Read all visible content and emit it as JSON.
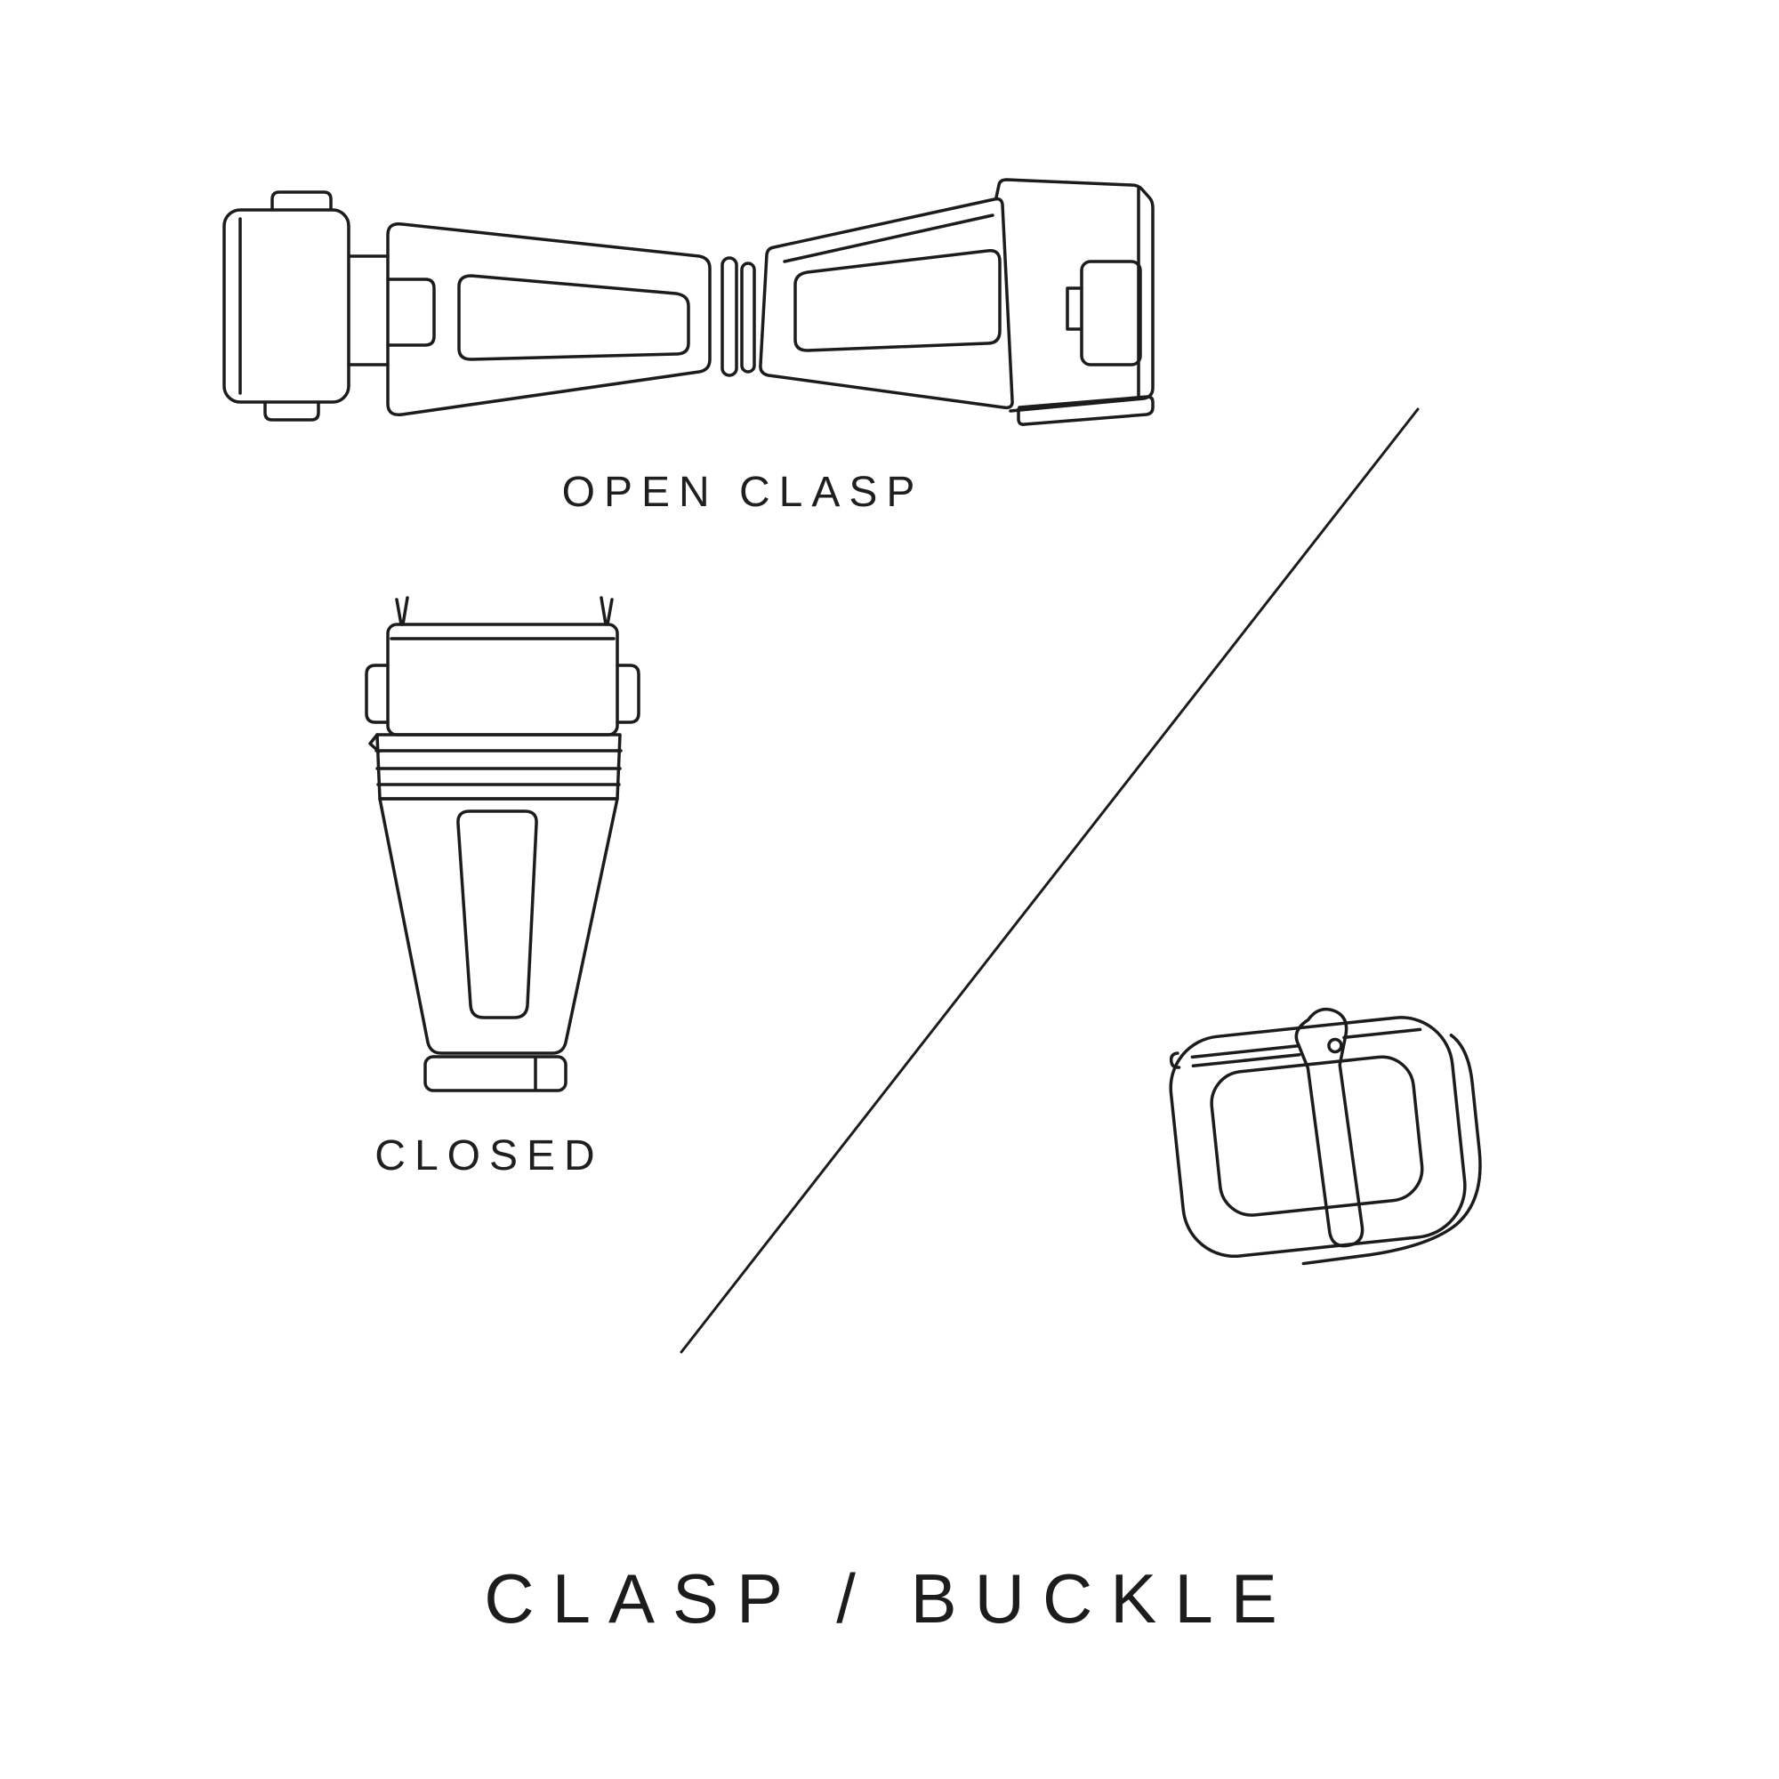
{
  "diagram": {
    "title": "CLASP / BUCKLE",
    "open_clasp_label": "OPEN CLASP",
    "closed_label": "CLOSED",
    "ink_color": "#1c1c1c",
    "background_color": "#ffffff",
    "illustrations": [
      {
        "name": "open-clasp",
        "caption": "OPEN CLASP"
      },
      {
        "name": "closed-clasp",
        "caption": "CLOSED"
      },
      {
        "name": "tang-buckle",
        "caption": ""
      }
    ]
  }
}
